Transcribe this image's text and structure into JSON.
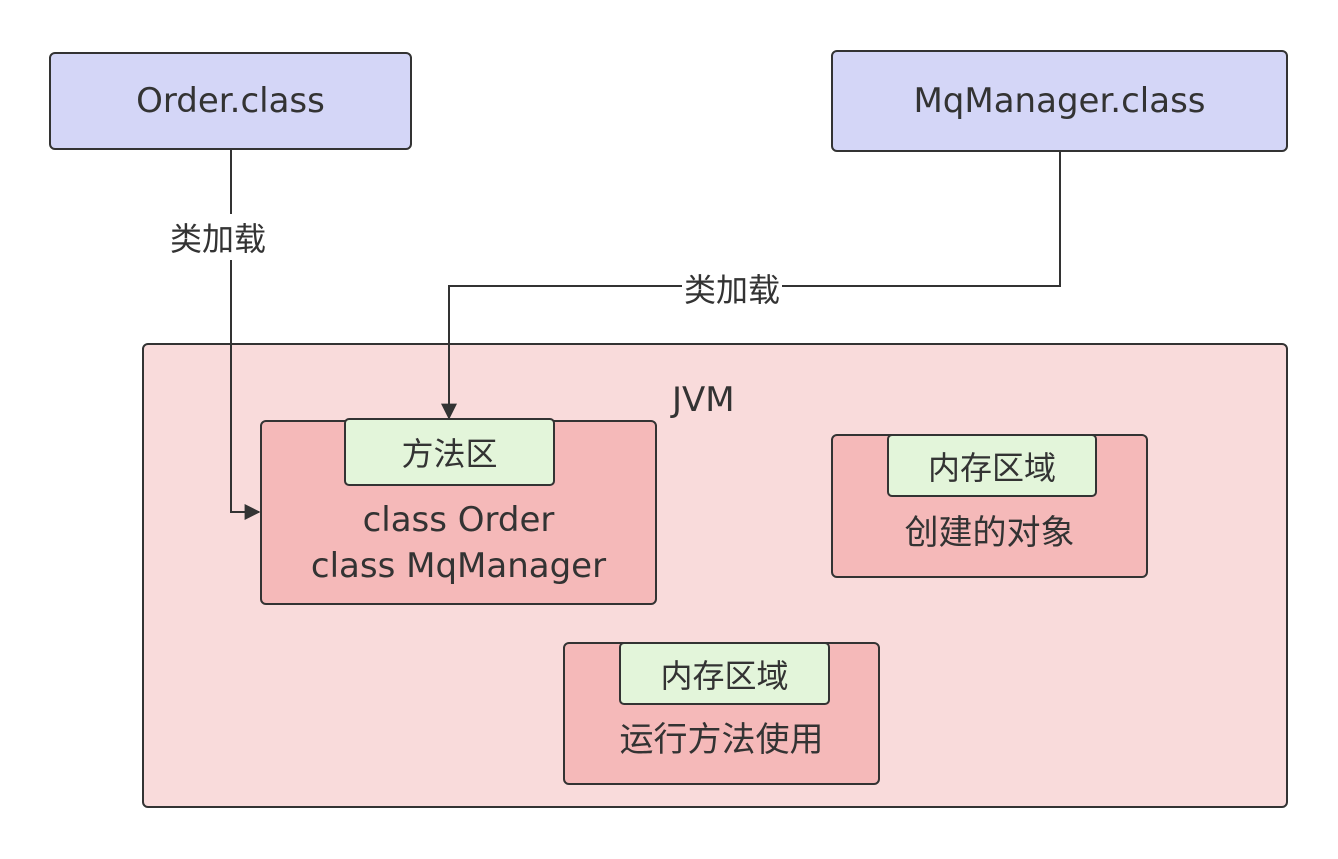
{
  "nodes": {
    "order_class": {
      "label": "Order.class"
    },
    "mqmanager_class": {
      "label": "MqManager.class"
    },
    "jvm": {
      "label": "JVM"
    },
    "method_area": {
      "tag": "方法区",
      "lines": [
        "class Order",
        "class MqManager"
      ]
    },
    "heap_area": {
      "tag": "内存区域",
      "text": "创建的对象"
    },
    "stack_area": {
      "tag": "内存区域",
      "text": "运行方法使用"
    }
  },
  "edges": [
    {
      "from": "order_class",
      "to": "method_area",
      "label": "类加载"
    },
    {
      "from": "mqmanager_class",
      "to": "method_area",
      "label": "类加载"
    }
  ],
  "colors": {
    "class_fill": "#d4d6f7",
    "jvm_fill": "#f9dbdb",
    "area_fill": "#f5b9b9",
    "tag_fill": "#e3f5da",
    "stroke": "#333333"
  }
}
